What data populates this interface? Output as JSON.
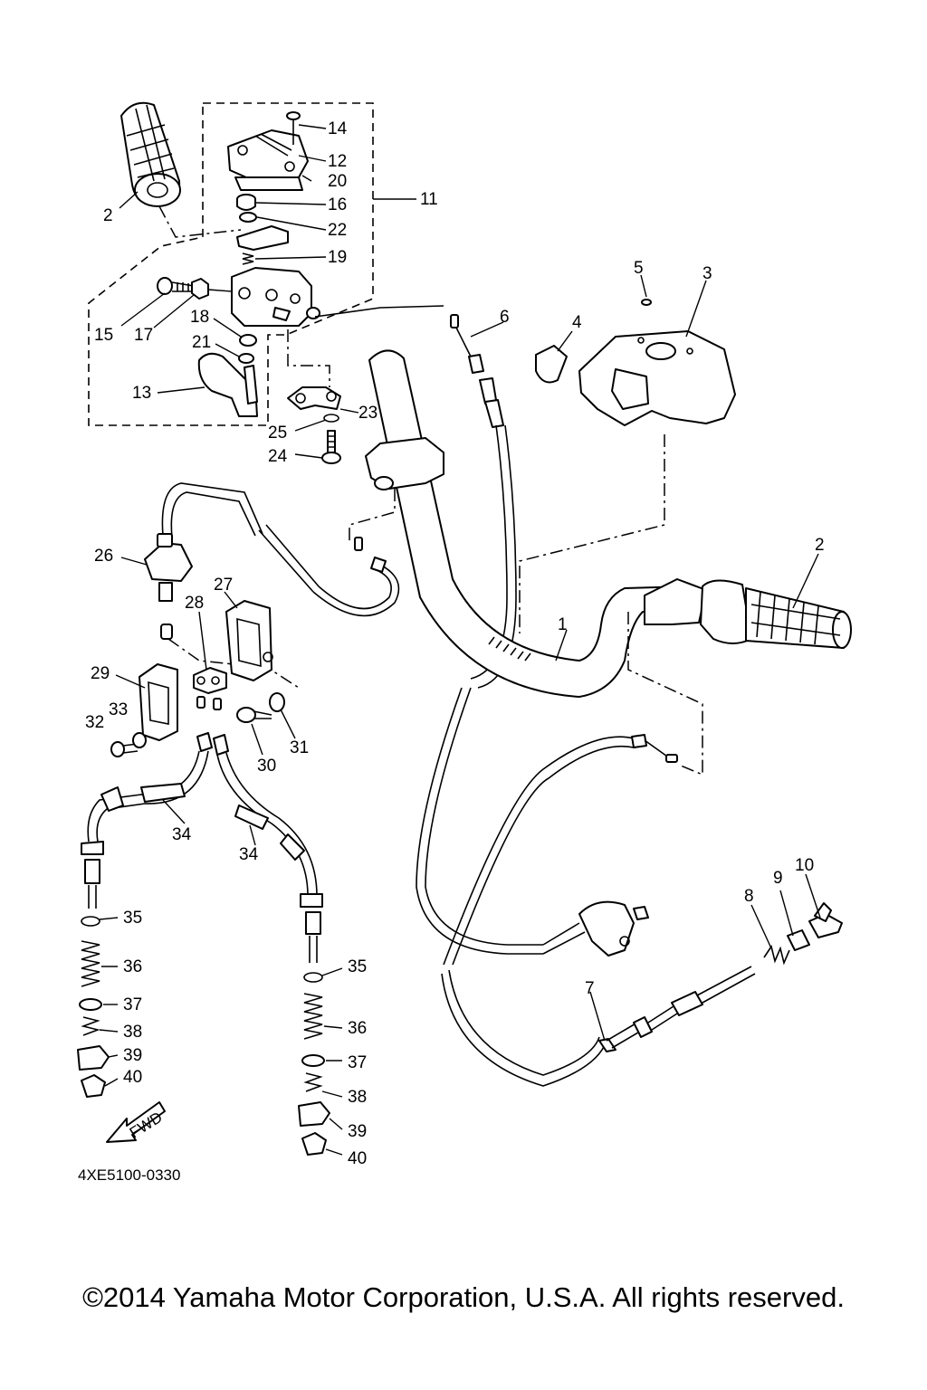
{
  "diagram": {
    "part_code": "4XE5100-0330",
    "fwd_label": "FWD",
    "callouts": [
      {
        "id": "c1",
        "label": "1"
      },
      {
        "id": "c2a",
        "label": "2"
      },
      {
        "id": "c2b",
        "label": "2"
      },
      {
        "id": "c3",
        "label": "3"
      },
      {
        "id": "c4",
        "label": "4"
      },
      {
        "id": "c5",
        "label": "5"
      },
      {
        "id": "c6",
        "label": "6"
      },
      {
        "id": "c7",
        "label": "7"
      },
      {
        "id": "c8",
        "label": "8"
      },
      {
        "id": "c9",
        "label": "9"
      },
      {
        "id": "c10",
        "label": "10"
      },
      {
        "id": "c11",
        "label": "11"
      },
      {
        "id": "c12",
        "label": "12"
      },
      {
        "id": "c13",
        "label": "13"
      },
      {
        "id": "c14",
        "label": "14"
      },
      {
        "id": "c15",
        "label": "15"
      },
      {
        "id": "c16",
        "label": "16"
      },
      {
        "id": "c17",
        "label": "17"
      },
      {
        "id": "c18",
        "label": "18"
      },
      {
        "id": "c19",
        "label": "19"
      },
      {
        "id": "c20",
        "label": "20"
      },
      {
        "id": "c21",
        "label": "21"
      },
      {
        "id": "c22",
        "label": "22"
      },
      {
        "id": "c23",
        "label": "23"
      },
      {
        "id": "c24",
        "label": "24"
      },
      {
        "id": "c25",
        "label": "25"
      },
      {
        "id": "c26",
        "label": "26"
      },
      {
        "id": "c27",
        "label": "27"
      },
      {
        "id": "c28",
        "label": "28"
      },
      {
        "id": "c29",
        "label": "29"
      },
      {
        "id": "c30",
        "label": "30"
      },
      {
        "id": "c31",
        "label": "31"
      },
      {
        "id": "c32",
        "label": "32"
      },
      {
        "id": "c33",
        "label": "33"
      },
      {
        "id": "c34a",
        "label": "34"
      },
      {
        "id": "c34b",
        "label": "34"
      },
      {
        "id": "c35a",
        "label": "35"
      },
      {
        "id": "c35b",
        "label": "35"
      },
      {
        "id": "c36a",
        "label": "36"
      },
      {
        "id": "c36b",
        "label": "36"
      },
      {
        "id": "c37a",
        "label": "37"
      },
      {
        "id": "c37b",
        "label": "37"
      },
      {
        "id": "c38a",
        "label": "38"
      },
      {
        "id": "c38b",
        "label": "38"
      },
      {
        "id": "c39a",
        "label": "39"
      },
      {
        "id": "c39b",
        "label": "39"
      },
      {
        "id": "c40a",
        "label": "40"
      },
      {
        "id": "c40b",
        "label": "40"
      }
    ]
  },
  "footer": {
    "copyright": "©2014 Yamaha Motor Corporation, U.S.A. All rights reserved."
  }
}
